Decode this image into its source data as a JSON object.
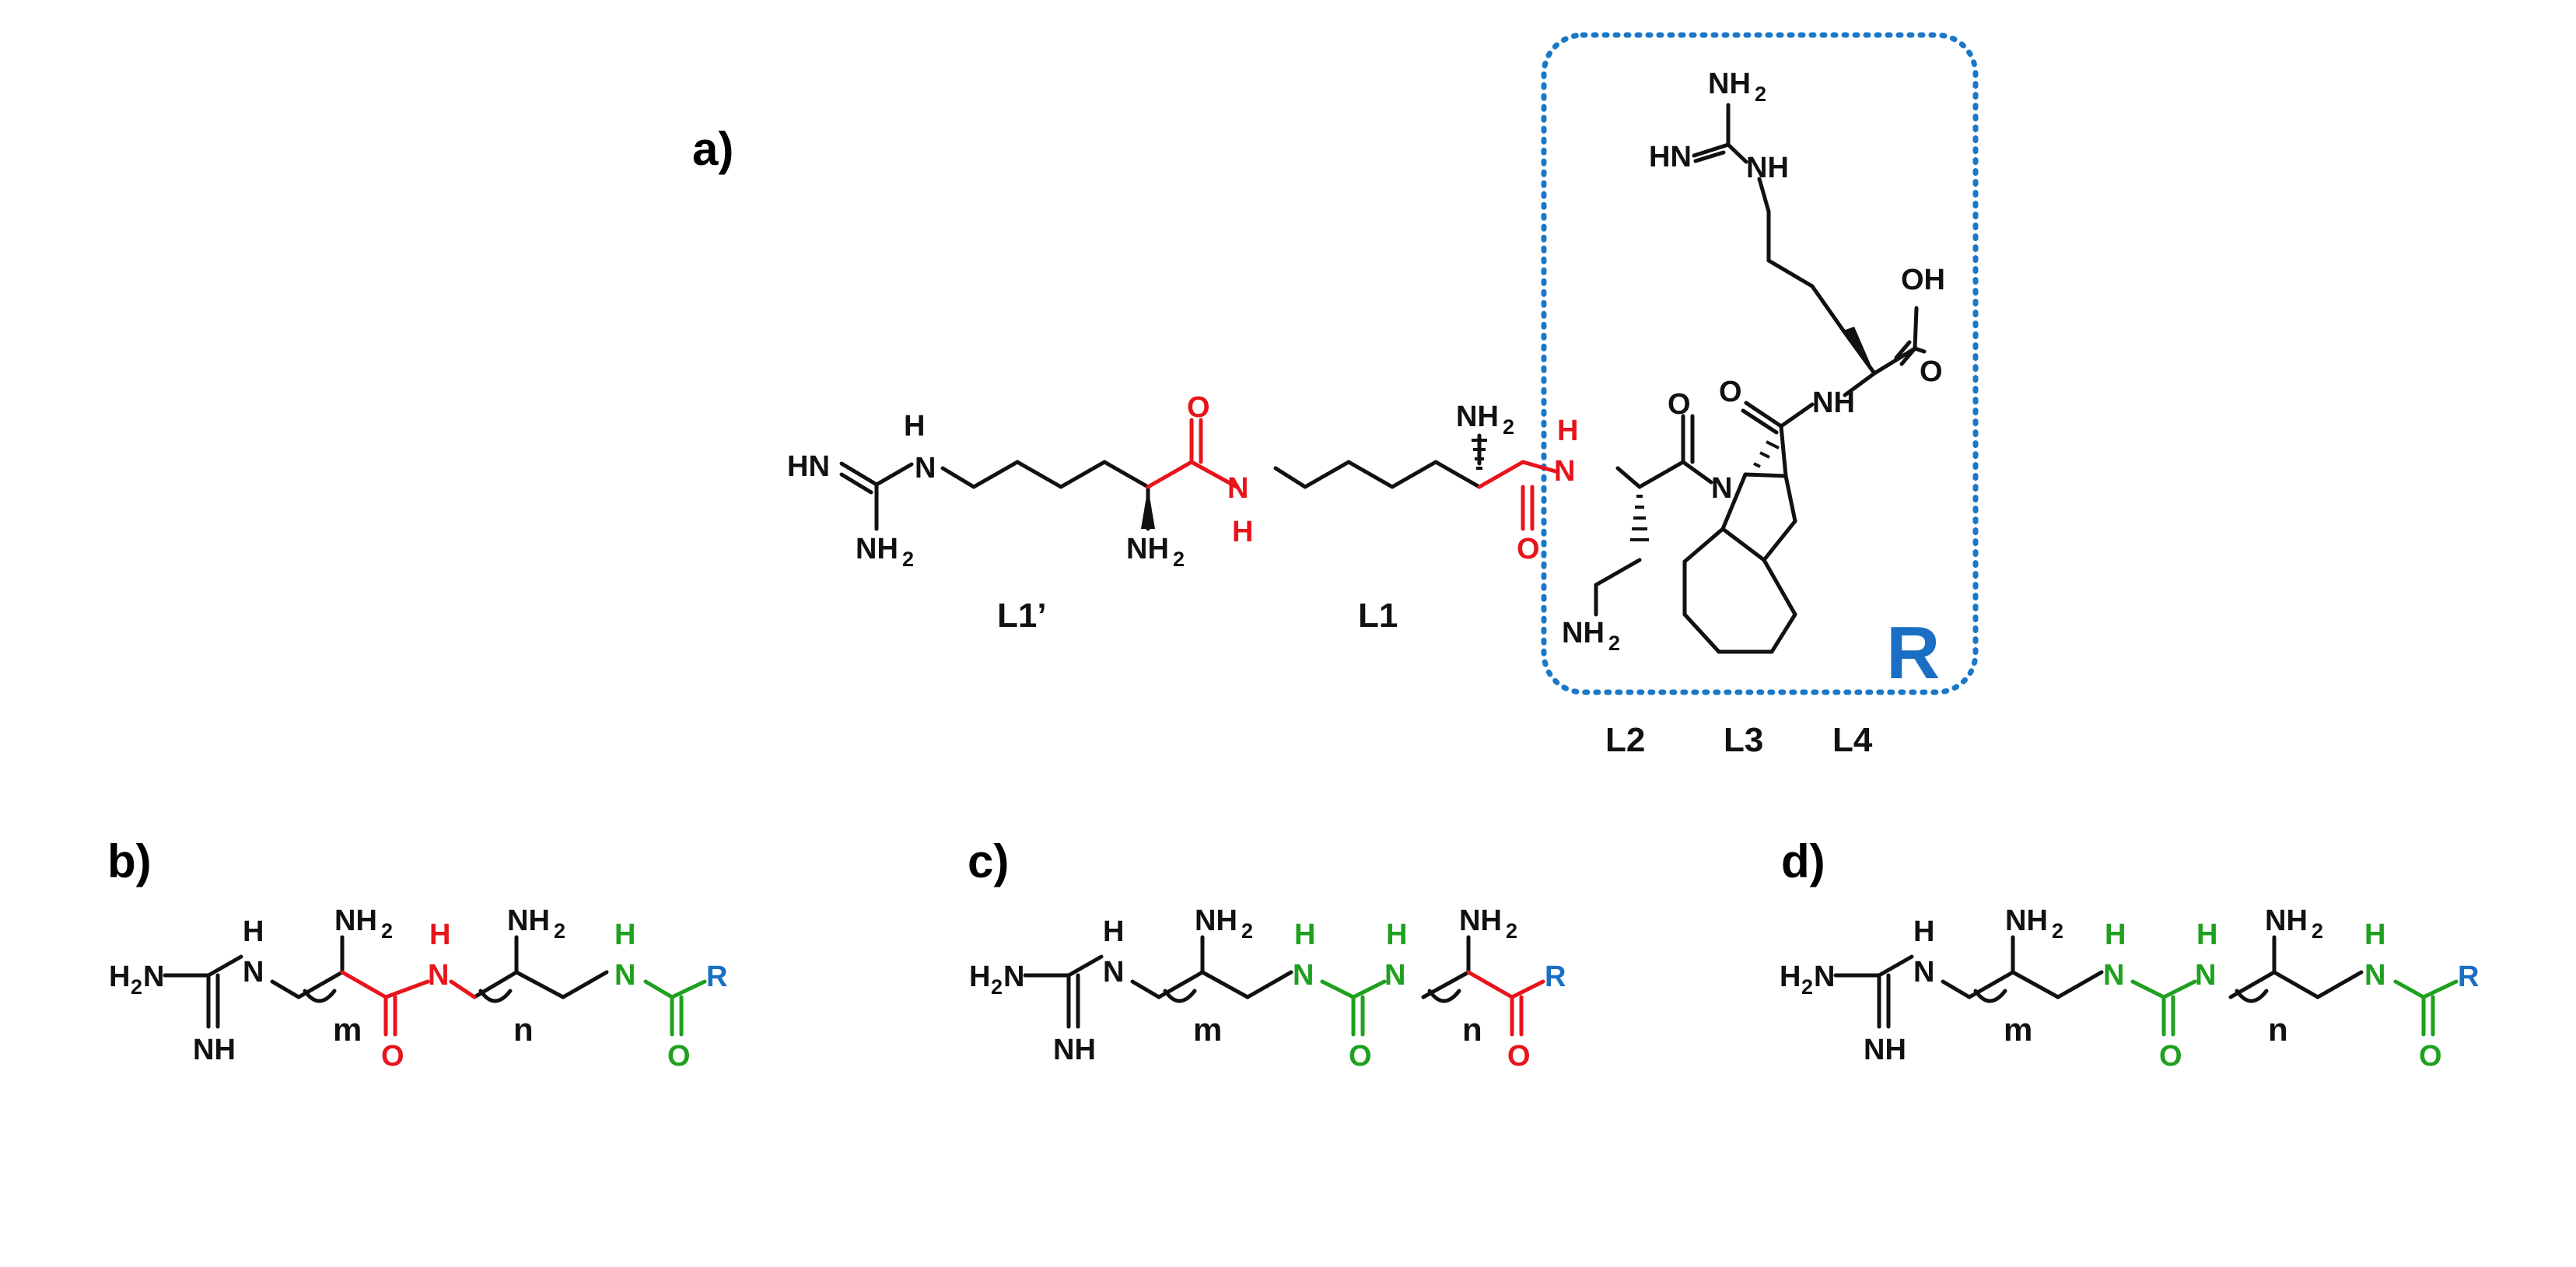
{
  "colors": {
    "black": "#111111",
    "amide_red": "#e8141c",
    "urea_green": "#1fa01f",
    "r_blue": "#1a6fc4",
    "box_blue": "#1a78c8"
  },
  "panels": {
    "a": "a)",
    "b": "b)",
    "c": "c)",
    "d": "d)"
  },
  "residue_labels": {
    "l1p": "L1’",
    "l1": "L1",
    "l2": "L2",
    "l3": "L3",
    "l4": "L4"
  },
  "r_box_label": "R",
  "atoms": {
    "H": "H",
    "N": "N",
    "O": "O",
    "NH": "NH",
    "HN": "HN",
    "NH2_main": "NH",
    "two": "2",
    "H2N_main": "H",
    "H2N_tail": "N",
    "OH": "OH",
    "R": "R",
    "m": "m",
    "n": "n"
  }
}
